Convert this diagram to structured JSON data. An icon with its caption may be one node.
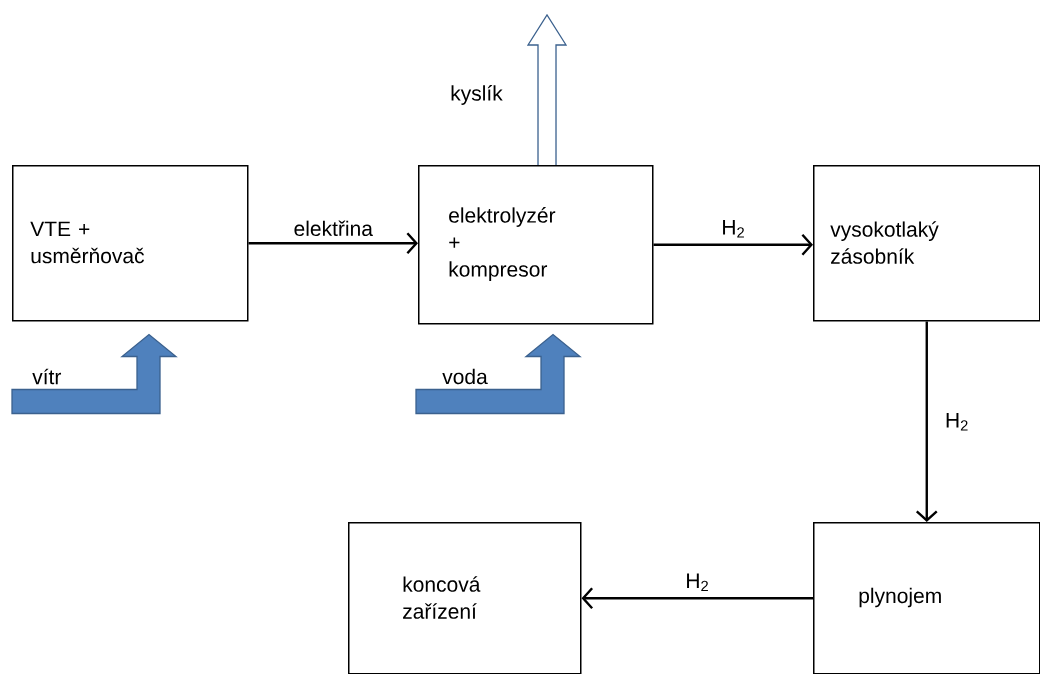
{
  "diagram": {
    "nodes": [
      {
        "text": [
          "VTE + usměrňovač"
        ]
      },
      {
        "text": [
          "elektrolyzér + kompresor"
        ]
      },
      {
        "text": [
          "vysokotlaký zásobník"
        ]
      },
      {
        "text": [
          "plynojem"
        ]
      },
      {
        "text": [
          "koncová zařízení"
        ]
      }
    ],
    "edges": [
      {
        "from": 0,
        "to": 1,
        "arrow": "to",
        "label": "elektřina"
      },
      {
        "from": 1,
        "to": 2,
        "arrow": "to",
        "label": "H$_{2}$"
      },
      {
        "from": 2,
        "to": 3,
        "arrow": "to",
        "label": "H$_{2}$"
      },
      {
        "from": 3,
        "to": 4,
        "arrow": "to",
        "label": "H$_{2}$"
      },
      {
        "from": null,
        "to": 0,
        "arrow": "to",
        "label": "vítr",
        "color": "#4f81bd"
      },
      {
        "from": null,
        "to": 1,
        "arrow": "to",
        "label": "voda",
        "color": "#4f81bd"
      },
      {
        "from": 1,
        "to": null,
        "arrow": "to",
        "label": "kyslík",
        "color": "#4f81bd"
      }
    ]
  }
}
